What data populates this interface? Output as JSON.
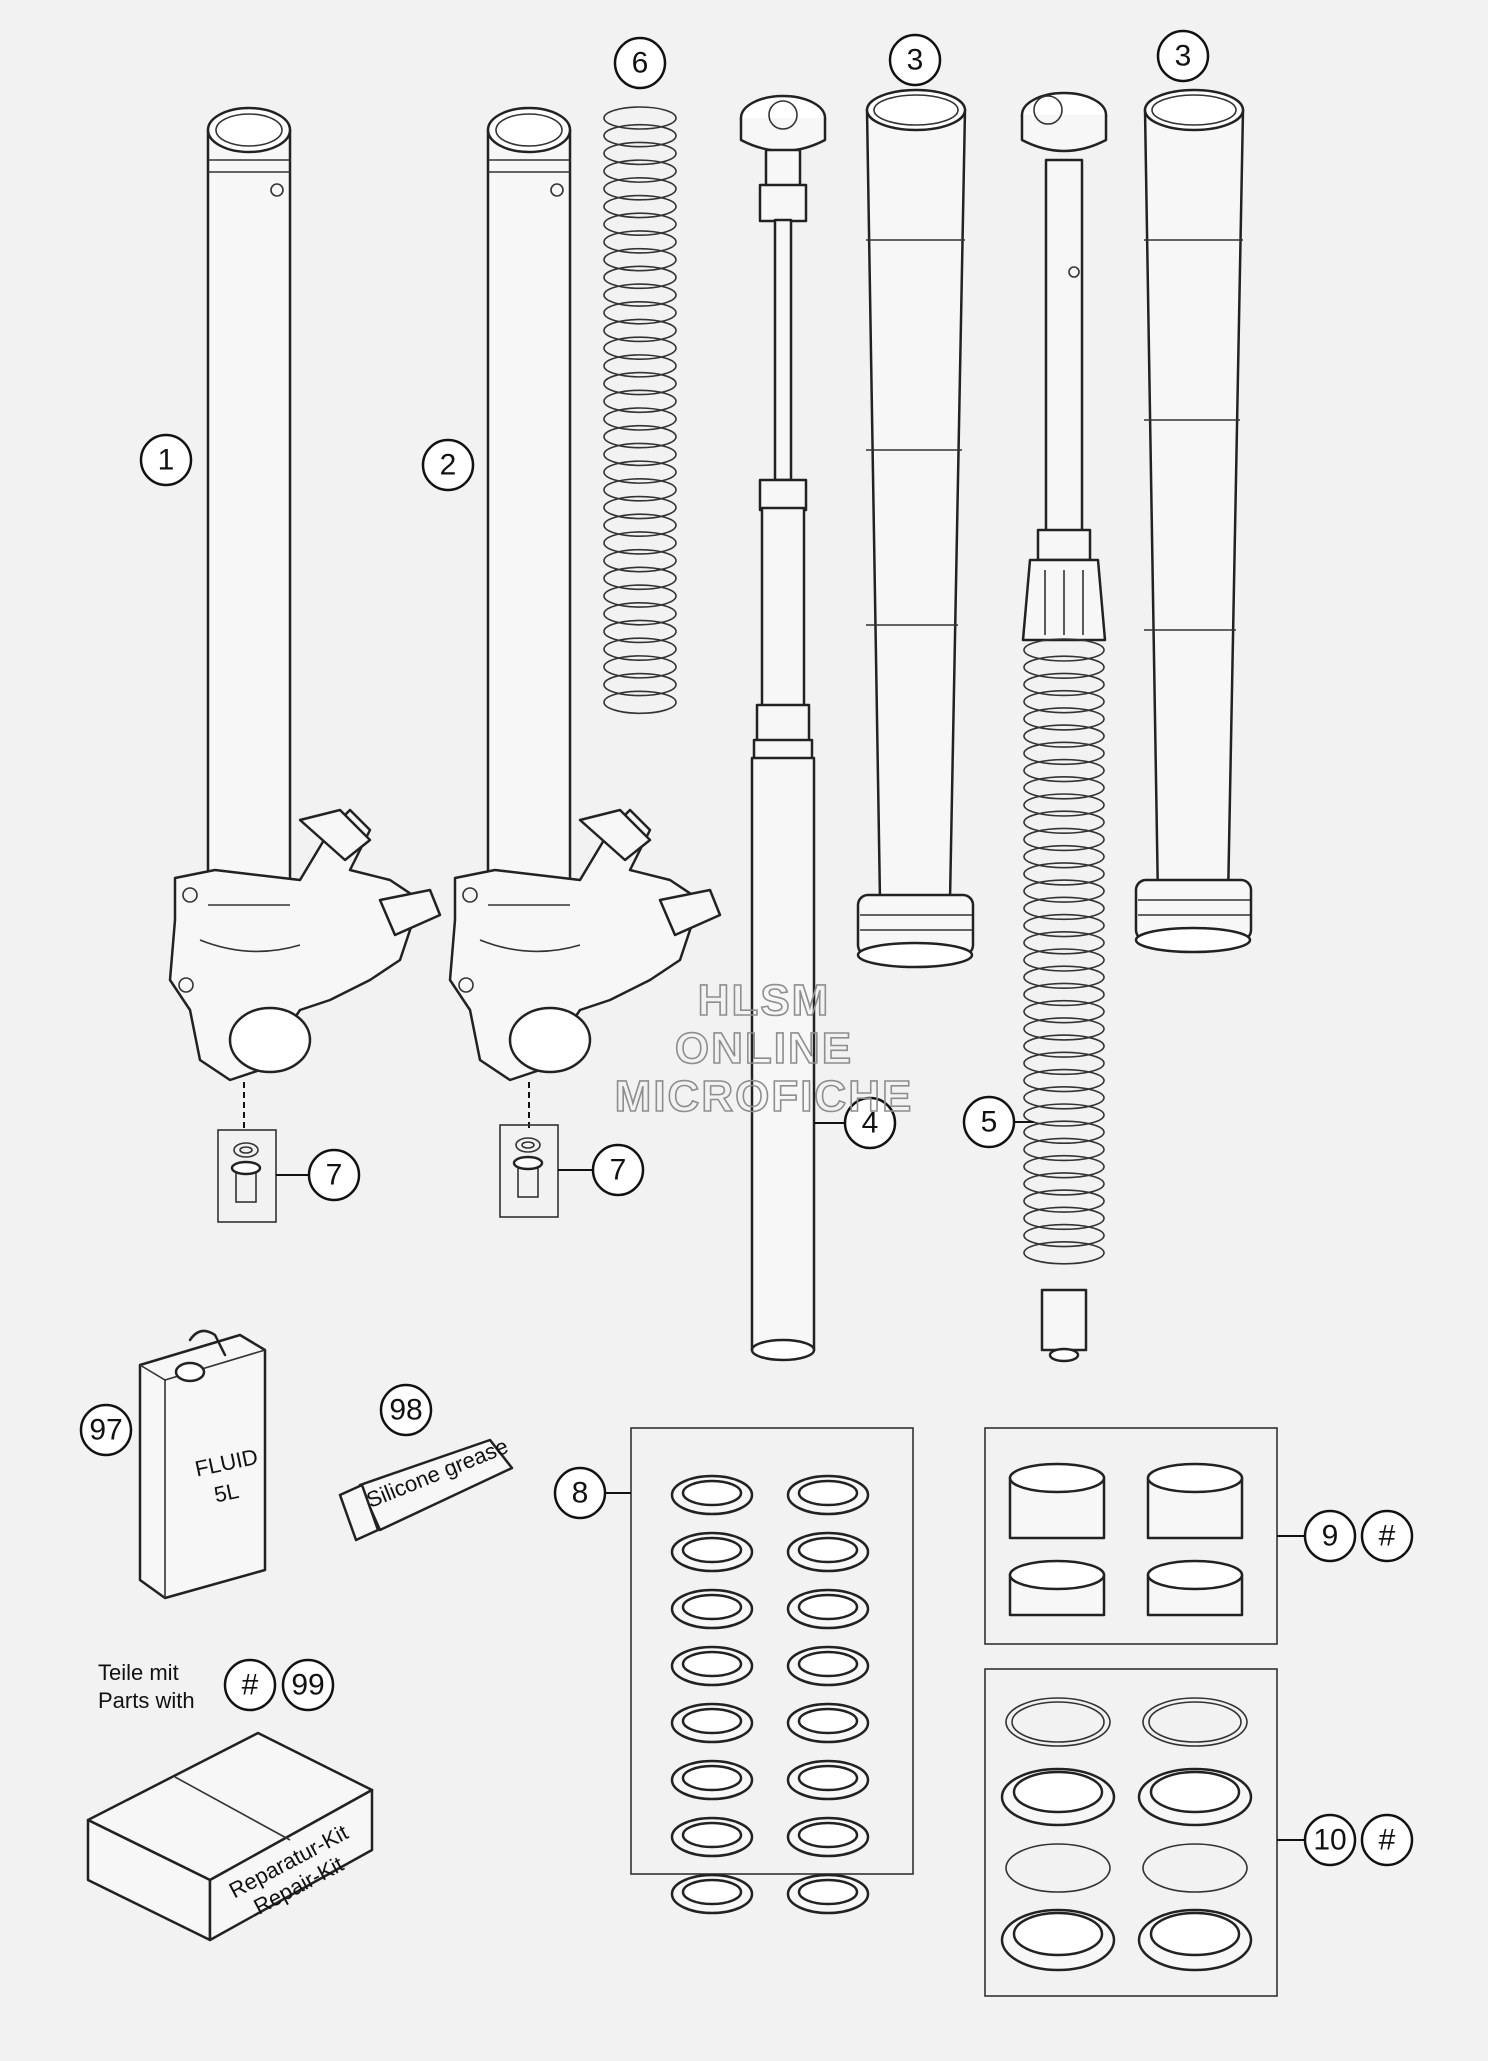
{
  "callouts": {
    "c1": "1",
    "c2": "2",
    "c3a": "3",
    "c3b": "3",
    "c4": "4",
    "c5": "5",
    "c6": "6",
    "c7a": "7",
    "c7b": "7",
    "c8": "8",
    "c9": "9",
    "c9hash": "#",
    "c10": "10",
    "c10hash": "#",
    "c97": "97",
    "c98": "98",
    "c99": "99",
    "c99hash": "#"
  },
  "watermark": {
    "line1": "HLSM",
    "line2": "ONLINE",
    "line3": "MICROFICHE"
  },
  "legend": {
    "line1": "Teile mit",
    "line2": "Parts with"
  },
  "fluid_can": {
    "line1": "FLUID",
    "line2": "5L"
  },
  "grease_tube": {
    "line1": "Silicone grease"
  },
  "repair_kit": {
    "line1": "Reparatur-Kit",
    "line2": "Repair-Kit"
  },
  "colors": {
    "line": "#222222",
    "background": "#f2f2f2",
    "watermark": "#8e8e8e"
  }
}
